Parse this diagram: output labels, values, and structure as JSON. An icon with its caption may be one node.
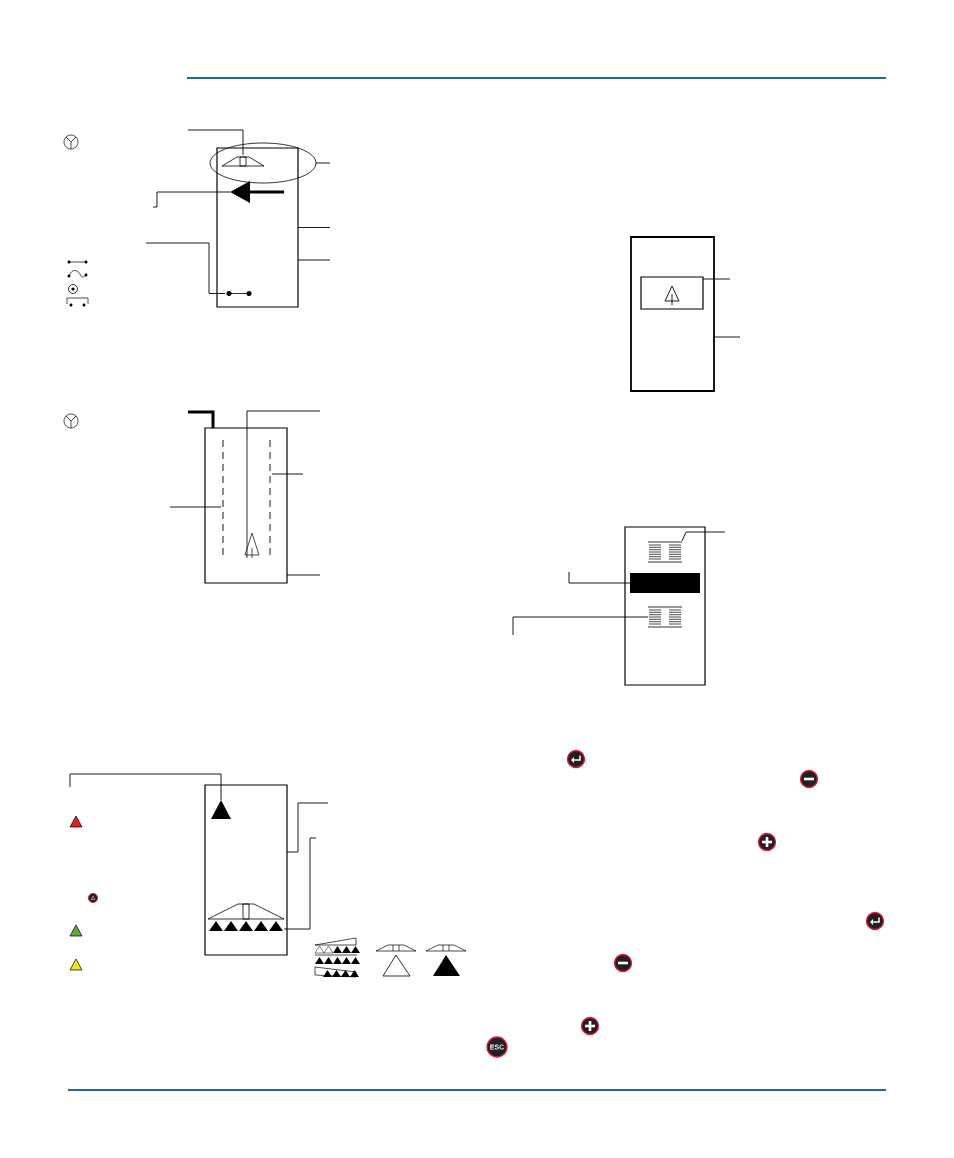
{
  "diagram": {
    "nodes": [
      {
        "text": [],
        "shape": "box"
      },
      {
        "text": [],
        "shape": "ellipse"
      },
      {
        "text": [],
        "shape": "picture"
      },
      {
        "text": [],
        "shape": "picture",
        "in": 0
      },
      {
        "text": [],
        "shape": "picture",
        "in": 0
      },
      {
        "text": [],
        "shape": "box"
      },
      {
        "text": [],
        "shape": "line",
        "in": 5
      },
      {
        "text": [],
        "shape": "line",
        "in": 5
      },
      {
        "text": [],
        "shape": "line",
        "in": 5
      },
      {
        "text": [],
        "shape": "box"
      },
      {
        "text": [],
        "shape": "box",
        "in": 9
      },
      {
        "text": [],
        "shape": "box"
      },
      {
        "text": [],
        "shape": "picture",
        "in": 11
      },
      {
        "text": [],
        "shape": "bar",
        "in": 11
      },
      {
        "text": [],
        "shape": "picture",
        "in": 11
      },
      {
        "text": [],
        "shape": "box"
      },
      {
        "text": [],
        "shape": "triangle",
        "in": 15
      },
      {
        "text": [],
        "shape": "picture",
        "in": 15
      }
    ],
    "edges": [
      {
        "from": null,
        "to": 2,
        "arrow": "none"
      },
      {
        "from": null,
        "to": 1,
        "arrow": "none"
      },
      {
        "from": null,
        "to": 3,
        "arrow": "none"
      },
      {
        "from": null,
        "to": 0,
        "arrow": "none"
      },
      {
        "from": null,
        "to": 0,
        "arrow": "none"
      },
      {
        "from": null,
        "to": 4,
        "arrow": "none"
      },
      {
        "from": null,
        "to": 5,
        "arrow": "none",
        "style": "thick"
      },
      {
        "from": null,
        "to": 7,
        "arrow": "none"
      },
      {
        "from": null,
        "to": 8,
        "arrow": "none"
      },
      {
        "from": null,
        "to": 6,
        "arrow": "none"
      },
      {
        "from": null,
        "to": 5,
        "arrow": "none"
      },
      {
        "from": null,
        "to": 10,
        "arrow": "none"
      },
      {
        "from": null,
        "to": 9,
        "arrow": "none"
      },
      {
        "from": null,
        "to": 12,
        "arrow": "none"
      },
      {
        "from": null,
        "to": 13,
        "arrow": "none"
      },
      {
        "from": null,
        "to": 14,
        "arrow": "none"
      },
      {
        "from": null,
        "to": 16,
        "arrow": "none"
      },
      {
        "from": null,
        "to": 15,
        "arrow": "none"
      },
      {
        "from": null,
        "to": 17,
        "arrow": "none"
      }
    ],
    "labels": [
      "ESC"
    ]
  }
}
